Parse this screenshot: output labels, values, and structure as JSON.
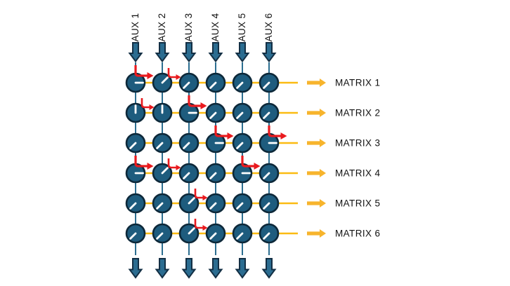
{
  "diagram": {
    "aux_labels": [
      "AUX 1",
      "AUX 2",
      "AUX 3",
      "AUX 4",
      "AUX 5",
      "AUX 6"
    ],
    "matrix_labels": [
      "MATRIX 1",
      "MATRIX 2",
      "MATRIX 3",
      "MATRIX 4",
      "MATRIX 5",
      "MATRIX 6"
    ],
    "colors": {
      "background": "#ffffff",
      "knob_fill": "#1E5C7E",
      "knob_border": "#0D2839",
      "knob_pointer": "#FFFFFF",
      "aux_line": "#2C6E90",
      "aux_arrow_fill": "#2B6C90",
      "aux_arrow_border": "#132F44",
      "matrix_line": "#FBBB12",
      "matrix_arrow": "#F7B42C",
      "flow_arrow": "#E91A1E",
      "label_text": "#111111"
    },
    "grid": {
      "columns_x": [
        193,
        231,
        269,
        307,
        345,
        383
      ],
      "rows_y": [
        118,
        161,
        204,
        247,
        290,
        333
      ]
    },
    "knob_pointer_angles_deg": [
      [
        0,
        45,
        225,
        225,
        225,
        225
      ],
      [
        90,
        90,
        0,
        225,
        225,
        225
      ],
      [
        225,
        225,
        225,
        0,
        225,
        0
      ],
      [
        0,
        45,
        225,
        225,
        0,
        225
      ],
      [
        225,
        225,
        45,
        225,
        225,
        225
      ],
      [
        225,
        225,
        45,
        225,
        225,
        225
      ]
    ],
    "flow_arrows": {
      "large": [
        {
          "row": 1,
          "col": 1
        },
        {
          "row": 2,
          "col": 3
        },
        {
          "row": 3,
          "col": 4
        },
        {
          "row": 3,
          "col": 6
        },
        {
          "row": 4,
          "col": 1
        },
        {
          "row": 4,
          "col": 5
        }
      ],
      "small": [
        {
          "row": 1,
          "col": 2
        },
        {
          "row": 2,
          "col": 1
        },
        {
          "row": 4,
          "col": 2
        },
        {
          "row": 5,
          "col": 3
        },
        {
          "row": 6,
          "col": 3
        }
      ]
    }
  }
}
